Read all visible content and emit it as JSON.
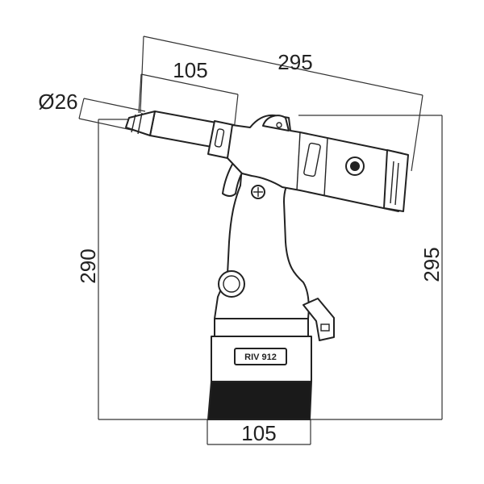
{
  "dimensions": {
    "nose_diameter": "Ø26",
    "nose_length": "105",
    "overall_length": "295",
    "left_height": "290",
    "right_height": "295",
    "base_width": "105"
  },
  "model_label": "RIV 912",
  "colors": {
    "line": "#222222",
    "base_fill": "#1a1a1a",
    "background": "#ffffff"
  }
}
